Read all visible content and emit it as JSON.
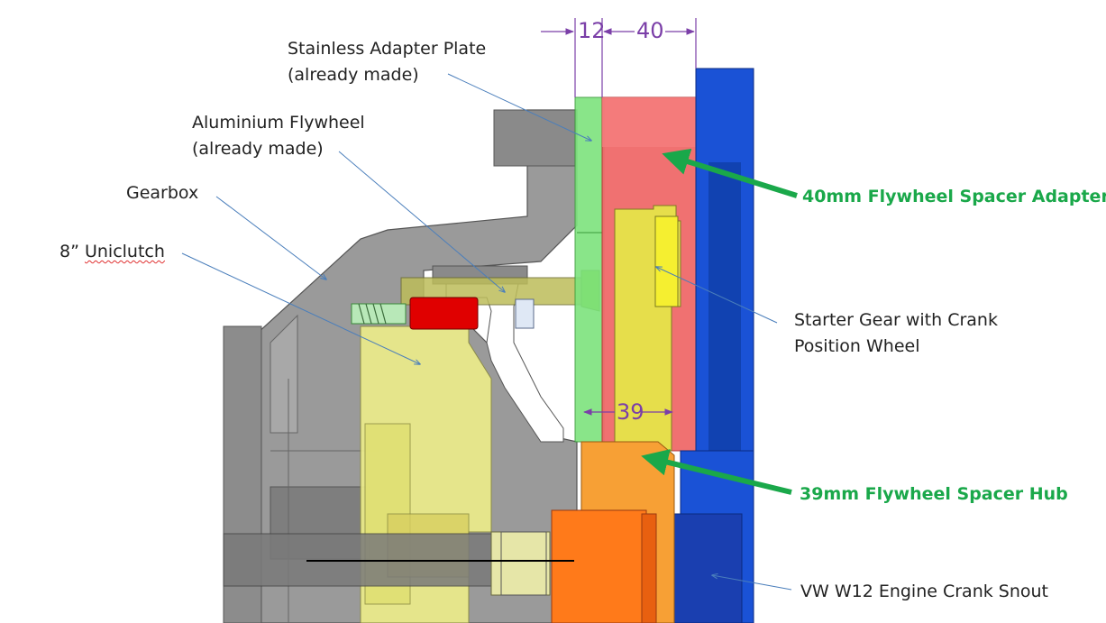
{
  "labels": {
    "adapter_plate_line1": "Stainless Adapter Plate",
    "adapter_plate_line2": "(already made)",
    "flywheel_line1": "Aluminium Flywheel",
    "flywheel_line2": "(already made)",
    "gearbox": "Gearbox",
    "uniclutch_prefix": "8” ",
    "uniclutch_word": "Uniclutch",
    "starter_gear_line1": "Starter Gear with Crank",
    "starter_gear_line2": "Position Wheel",
    "crank_snout": "VW W12 Engine Crank Snout"
  },
  "callouts": {
    "spacer_adapter": "40mm Flywheel Spacer Adapter",
    "spacer_hub": "39mm Flywheel Spacer Hub"
  },
  "dimensions": {
    "plate_thickness": "12",
    "adapter_thickness": "40",
    "hub_thickness": "39"
  },
  "colors": {
    "callout_green": "#1aa84a",
    "leader_blue": "#4a7ebb",
    "dimension_purple": "#7b3fa8",
    "adapter_plate": "#7de37d",
    "spacer_adapter": "#f06a6a",
    "spacer_hub": "#f7a035",
    "crank_snout": "#1a52d6",
    "clutch_yellow": "#eeee8a",
    "gearbox_gray": "#8c8c8c"
  }
}
